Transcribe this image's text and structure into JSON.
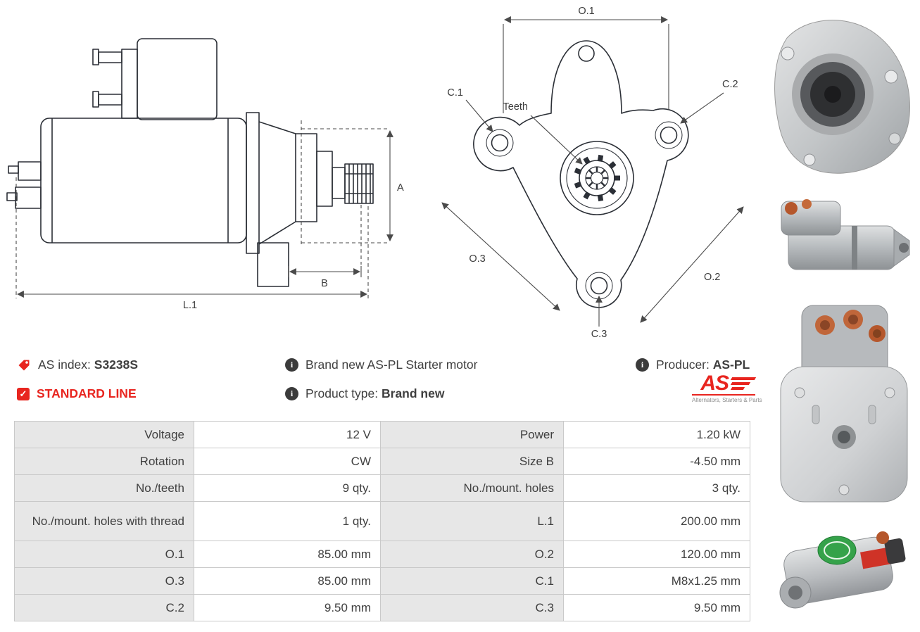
{
  "colors": {
    "red": "#e8251f",
    "table_gray": "#e7e7e7",
    "table_border": "#c9c9c9",
    "ink": "#2b2f36"
  },
  "icons": {
    "info": "i",
    "check": "✓",
    "tag": "tag"
  },
  "info": {
    "as_index_label": "AS index:",
    "as_index_value": "S3238S",
    "standard_line": "STANDARD LINE",
    "brand_new_text": "Brand new AS-PL Starter motor",
    "product_type_label": "Product type:",
    "product_type_value": "Brand new",
    "producer_label": "Producer:",
    "producer_value": "AS-PL",
    "logo_text": "AS",
    "logo_subtext": "Alternators, Starters & Parts"
  },
  "side_view": {
    "labels": {
      "A": "A",
      "B": "B",
      "L1": "L.1"
    }
  },
  "front_view": {
    "labels": {
      "O1": "O.1",
      "O2": "O.2",
      "O3": "O.3",
      "C1": "C.1",
      "C2": "C.2",
      "C3": "C.3",
      "teeth": "Teeth"
    }
  },
  "spec_table": {
    "rows": [
      {
        "l1": "Voltage",
        "v1": "12 V",
        "l2": "Power",
        "v2": "1.20 kW"
      },
      {
        "l1": "Rotation",
        "v1": "CW",
        "l2": "Size B",
        "v2": "-4.50 mm"
      },
      {
        "l1": "No./teeth",
        "v1": "9 qty.",
        "l2": "No./mount. holes",
        "v2": "3 qty."
      },
      {
        "l1": "No./mount. holes with thread",
        "v1": "1 qty.",
        "l2": "L.1",
        "v2": "200.00 mm"
      },
      {
        "l1": "O.1",
        "v1": "85.00 mm",
        "l2": "O.2",
        "v2": "120.00 mm"
      },
      {
        "l1": "O.3",
        "v1": "85.00 mm",
        "l2": "C.1",
        "v2": "M8x1.25 mm"
      },
      {
        "l1": "C.2",
        "v1": "9.50 mm",
        "l2": "C.3",
        "v2": "9.50 mm"
      }
    ]
  }
}
